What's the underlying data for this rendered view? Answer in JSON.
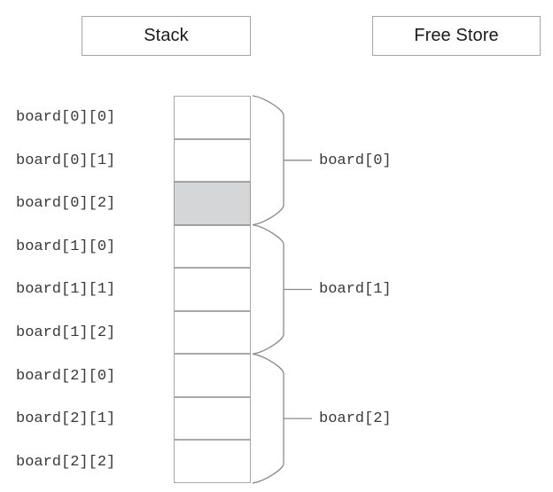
{
  "diagram": {
    "title_regions": {
      "stack": "Stack",
      "free_store": "Free Store"
    },
    "colors": {
      "cell_border": "#a8a8a8",
      "cell_fill": "#ffffff",
      "cell_highlight_fill": "#d4d6d8",
      "brace_stroke": "#8a8a8a",
      "text": "#3a3a3a",
      "header_text": "#1a1a1a",
      "header_border": "#a6a6a6",
      "background": "#ffffff"
    },
    "cells": [
      {
        "label": "board[0][0]",
        "highlighted": false
      },
      {
        "label": "board[0][1]",
        "highlighted": false
      },
      {
        "label": "board[0][2]",
        "highlighted": true
      },
      {
        "label": "board[1][0]",
        "highlighted": false
      },
      {
        "label": "board[1][1]",
        "highlighted": false
      },
      {
        "label": "board[1][2]",
        "highlighted": false
      },
      {
        "label": "board[2][0]",
        "highlighted": false
      },
      {
        "label": "board[2][1]",
        "highlighted": false
      },
      {
        "label": "board[2][2]",
        "highlighted": false
      }
    ],
    "groups": [
      {
        "label": "board[0]",
        "first_cell": 0,
        "last_cell": 2
      },
      {
        "label": "board[1]",
        "first_cell": 3,
        "last_cell": 5
      },
      {
        "label": "board[2]",
        "first_cell": 6,
        "last_cell": 8
      }
    ]
  }
}
